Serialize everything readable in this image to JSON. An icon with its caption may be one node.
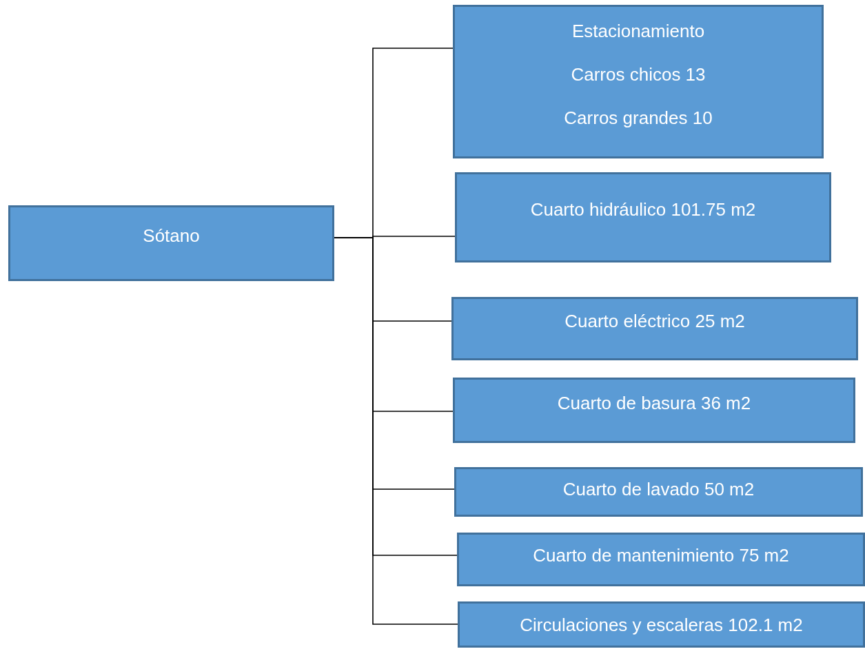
{
  "diagram": {
    "nodes": [
      {
        "text": [
          "Sótano"
        ]
      },
      {
        "text": [
          "Estacionamiento",
          "Carros chicos 13",
          "Carros grandes 10"
        ]
      },
      {
        "text": [
          "Cuarto hidráulico 101.75 m2"
        ]
      },
      {
        "text": [
          "Cuarto eléctrico 25 m2"
        ]
      },
      {
        "text": [
          "Cuarto de basura 36 m2"
        ]
      },
      {
        "text": [
          "Cuarto de lavado 50 m2"
        ]
      },
      {
        "text": [
          "Cuarto de mantenimiento 75 m2"
        ]
      },
      {
        "text": [
          "Circulaciones y escaleras 102.1 m2"
        ]
      }
    ],
    "edges": [
      {
        "from": 0,
        "to": 1,
        "arrow": "none"
      },
      {
        "from": 0,
        "to": 2,
        "arrow": "none"
      },
      {
        "from": 0,
        "to": 3,
        "arrow": "none"
      },
      {
        "from": 0,
        "to": 4,
        "arrow": "none"
      },
      {
        "from": 0,
        "to": 5,
        "arrow": "none"
      },
      {
        "from": 0,
        "to": 6,
        "arrow": "none"
      },
      {
        "from": 0,
        "to": 7,
        "arrow": "none"
      }
    ]
  }
}
